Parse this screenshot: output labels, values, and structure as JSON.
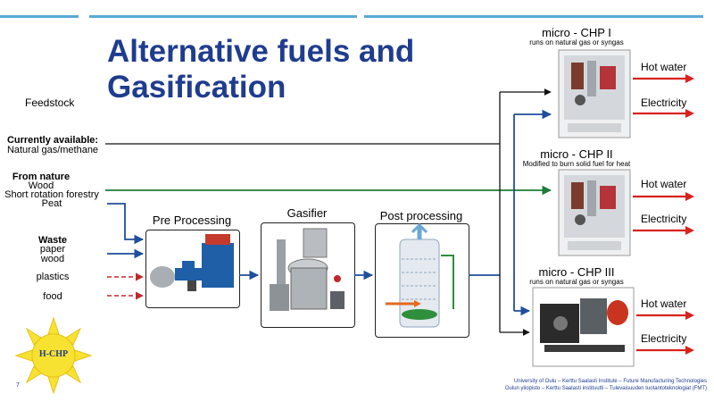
{
  "title": "Alternative fuels and Gasification",
  "feedstock": {
    "heading": "Feedstock",
    "currently_available": {
      "heading": "Currently available:",
      "item": "Natural gas/methane"
    },
    "from_nature": {
      "heading": "From nature",
      "items": [
        "Wood",
        "Short rotation forestry",
        "Peat"
      ]
    },
    "waste": {
      "heading": "Waste",
      "items": [
        "paper",
        "wood",
        "plastics",
        "food"
      ]
    }
  },
  "process": {
    "pre": "Pre Processing",
    "gasifier": "Gasifier",
    "post": "Post processing"
  },
  "chp": [
    {
      "title": "micro - CHP I",
      "subtitle": "runs on natural gas or syngas",
      "outputs": [
        "Hot water",
        "Electricity"
      ]
    },
    {
      "title": "micro - CHP II",
      "subtitle": "Modified to burn solid fuel for heat",
      "outputs": [
        "Hot water",
        "Electricity"
      ]
    },
    {
      "title": "micro - CHP III",
      "subtitle": "runs on natural gas or syngas",
      "outputs": [
        "Hot water",
        "Electricity"
      ]
    }
  ],
  "logo_text": "H-CHP",
  "page_number": "7",
  "footer": [
    "University of Oulu – Kerttu Saalasti Institute – Future Manufacturing Technologies",
    "Oulun yliopisto – Kerttu Saalasti instituutti – Tulevaisuuden tuotantoteknologiat (FMT)"
  ],
  "colors": {
    "title": "#1f3c8f",
    "accent_bar": "#5aa9d6",
    "arrow_blue": "#1f4e9c",
    "arrow_green": "#1e7b3a",
    "arrow_red": "#c0282e",
    "arrow_black": "#111111",
    "output_arrow": "#d9221d",
    "sun": "#f8e231"
  }
}
